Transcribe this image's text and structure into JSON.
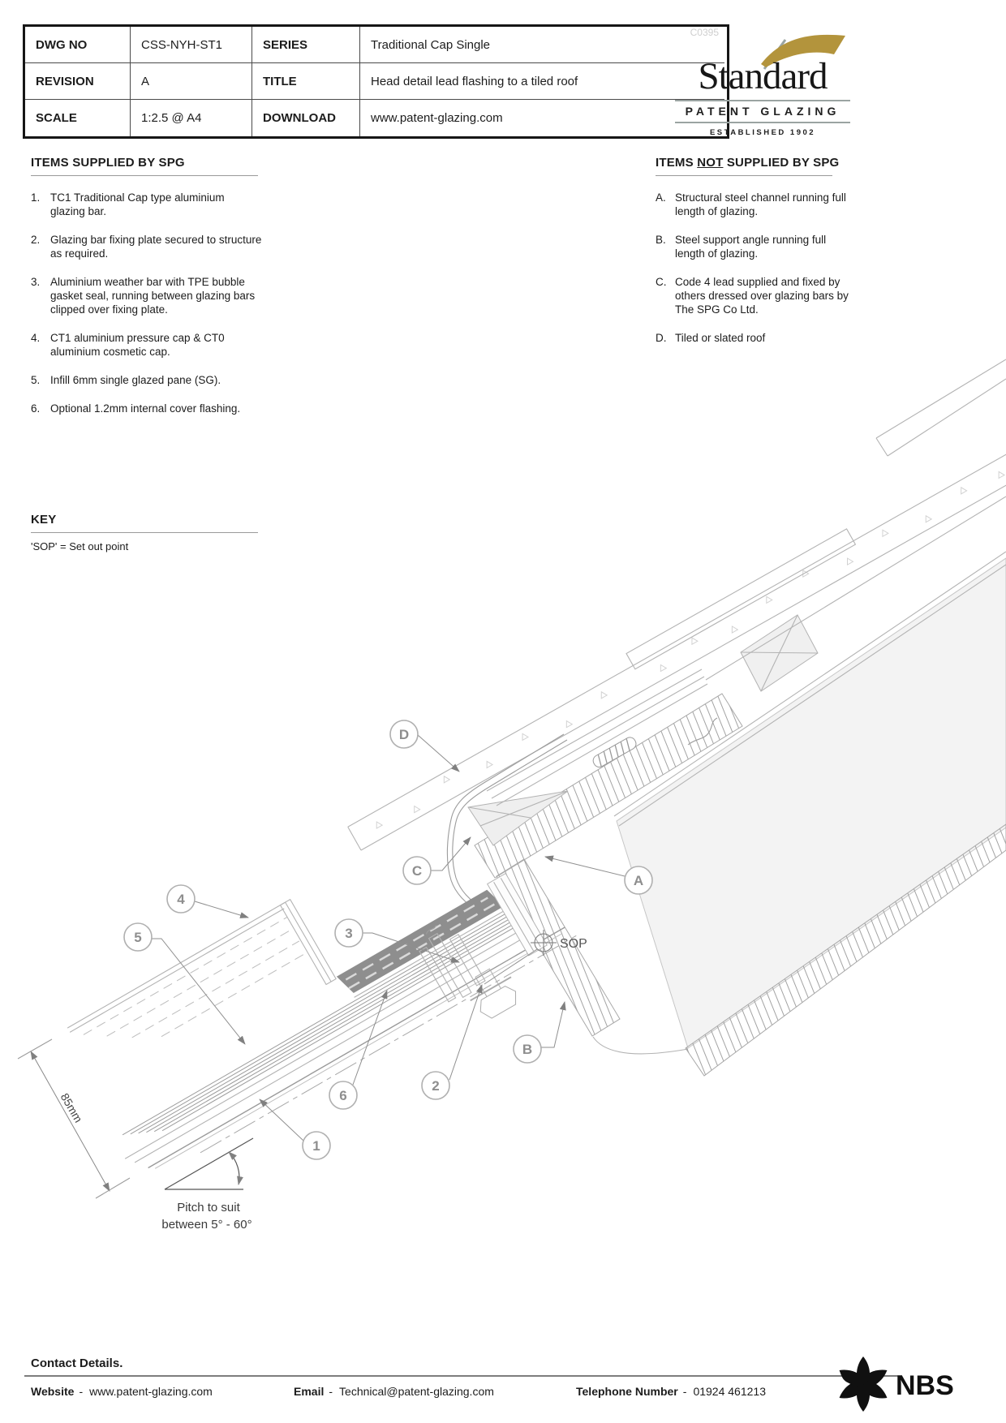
{
  "ref_code": "C0395",
  "title_block": {
    "rows": [
      {
        "l1": "DWG NO",
        "v1": "CSS-NYH-ST1",
        "l2": "SERIES",
        "v2": "Traditional Cap Single"
      },
      {
        "l1": "REVISION",
        "v1": "A",
        "l2": "TITLE",
        "v2": "Head detail lead flashing to a tiled roof"
      },
      {
        "l1": "SCALE",
        "v1": "1:2.5 @ A4",
        "l2": "DOWNLOAD",
        "v2": "www.patent-glazing.com"
      }
    ]
  },
  "logo": {
    "name": "Standard",
    "tagline": "PATENT GLAZING",
    "established": "ESTABLISHED 1902",
    "flag_color": "#b3943c"
  },
  "supplied": {
    "heading": "ITEMS SUPPLIED BY SPG",
    "items": [
      {
        "n": "1.",
        "t": "TC1 Traditional Cap type aluminium glazing bar."
      },
      {
        "n": "2.",
        "t": "Glazing bar fixing plate secured to structure as required."
      },
      {
        "n": "3.",
        "t": "Aluminium weather bar with TPE bubble gasket seal, running between glazing bars clipped over fixing plate."
      },
      {
        "n": "4.",
        "t": "CT1 aluminium pressure cap & CT0 aluminium cosmetic cap."
      },
      {
        "n": "5.",
        "t": "Infill 6mm single glazed pane (SG)."
      },
      {
        "n": "6.",
        "t": "Optional 1.2mm internal cover flashing."
      }
    ]
  },
  "not_supplied": {
    "heading_pre": "ITEMS ",
    "heading_not": "NOT",
    "heading_post": " SUPPLIED BY SPG",
    "items": [
      {
        "n": "A.",
        "t": "Structural steel channel running full length of glazing."
      },
      {
        "n": "B.",
        "t": "Steel support angle running full length of glazing."
      },
      {
        "n": "C.",
        "t": "Code 4 lead supplied and fixed by others dressed over glazing bars by The SPG Co Ltd."
      },
      {
        "n": "D.",
        "t": "Tiled or slated roof"
      }
    ]
  },
  "key": {
    "heading": "KEY",
    "note": "'SOP' = Set out point"
  },
  "drawing": {
    "callouts": {
      "d": "D",
      "c": "C",
      "a": "A",
      "b": "B",
      "n1": "1",
      "n2": "2",
      "n3": "3",
      "n4": "4",
      "n5": "5",
      "n6": "6"
    },
    "sop_label": "SOP",
    "dimension": "85mm",
    "pitch_line1": "Pitch to suit",
    "pitch_line2": "between 5° - 60°"
  },
  "footer": {
    "heading": "Contact Details.",
    "sep": "-",
    "website_label": "Website",
    "website_value": "www.patent-glazing.com",
    "email_label": "Email",
    "email_value": "Technical@patent-glazing.com",
    "phone_label": "Telephone Number",
    "phone_value": "01924 461213",
    "nbs": "NBS"
  }
}
